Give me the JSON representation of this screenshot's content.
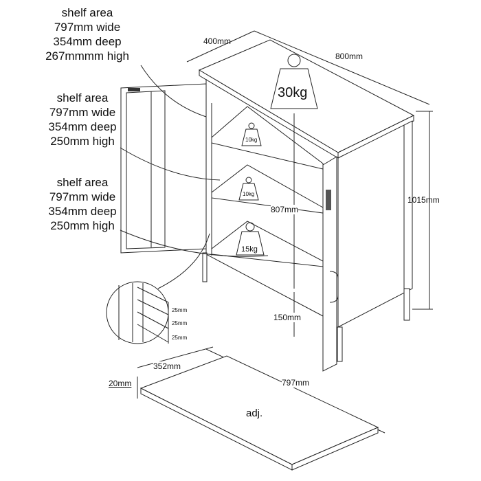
{
  "shelf_notes": [
    {
      "title": "shelf area",
      "wide": "797mm wide",
      "deep": "354mm deep",
      "high": "267mmmm high"
    },
    {
      "title": "shelf area",
      "wide": "797mm wide",
      "deep": "354mm deep",
      "high": "250mm high"
    },
    {
      "title": "shelf area",
      "wide": "797mm wide",
      "deep": "354mm deep",
      "high": "250mm high"
    }
  ],
  "dimensions": {
    "depth": "400mm",
    "width": "800mm",
    "height_total": "1015mm",
    "height_inner": "807mm",
    "leg_height": "150mm",
    "shelf_depth": "352mm",
    "shelf_thickness": "20mm",
    "shelf_width": "797mm",
    "hole_spacing": [
      "25mm",
      "25mm",
      "25mm"
    ]
  },
  "loads": {
    "top": "30kg",
    "shelf1": "10kg",
    "shelf2": "10kg",
    "bottom": "15kg"
  },
  "shelf_label": "adj."
}
